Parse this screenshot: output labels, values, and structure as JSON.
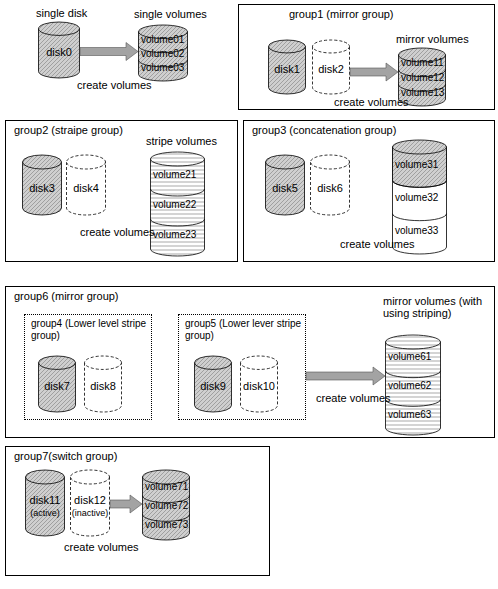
{
  "diagram": {
    "nodes": [
      {
        "text": [
          "single disk",
          "disk0"
        ]
      },
      {
        "text": [
          "single volumes",
          "volume01",
          "volume02",
          "volume03"
        ]
      },
      {
        "text": [
          "group1 (mirror group)"
        ]
      },
      {
        "text": [
          "disk1"
        ],
        "in": 2
      },
      {
        "text": [
          "disk2"
        ],
        "in": 2
      },
      {
        "text": [
          "mirror volumes",
          "volume11",
          "volume12",
          "volume13"
        ],
        "in": 2
      },
      {
        "text": [
          "group2 (straipe group)"
        ]
      },
      {
        "text": [
          "disk3"
        ],
        "in": 6
      },
      {
        "text": [
          "disk4"
        ],
        "in": 6
      },
      {
        "text": [
          "stripe volumes",
          "volume21",
          "volume22",
          "volume23"
        ],
        "in": 6
      },
      {
        "text": [
          "group3 (concatenation group)"
        ]
      },
      {
        "text": [
          "disk5"
        ],
        "in": 10
      },
      {
        "text": [
          "disk6"
        ],
        "in": 10
      },
      {
        "text": [
          "volume31",
          "volume32",
          "volume33"
        ],
        "in": 10
      },
      {
        "text": [
          "group6 (mirror group)"
        ]
      },
      {
        "text": [
          "group4 (Lower level stripe group)"
        ],
        "in": 14
      },
      {
        "text": [
          "disk7"
        ],
        "in": 15
      },
      {
        "text": [
          "disk8"
        ],
        "in": 15
      },
      {
        "text": [
          "group5 (Lower lever stripe group)"
        ],
        "in": 14
      },
      {
        "text": [
          "disk9"
        ],
        "in": 18
      },
      {
        "text": [
          "disk10"
        ],
        "in": 18
      },
      {
        "text": [
          "mirror volumes (with using striping)",
          "volume61",
          "volume62",
          "volume63"
        ],
        "in": 14
      },
      {
        "text": [
          "group7(switch group)"
        ]
      },
      {
        "text": [
          "disk11",
          "(active)"
        ],
        "in": 22
      },
      {
        "text": [
          "disk12",
          "(inactive)"
        ],
        "in": 22
      },
      {
        "text": [
          "volume71",
          "volume72",
          "volume73"
        ],
        "in": 22
      }
    ],
    "edges": [
      {
        "from": 0,
        "to": 1,
        "arrow": "to"
      },
      {
        "from": 4,
        "to": 5,
        "arrow": "to"
      },
      {
        "from": 18,
        "to": 21,
        "arrow": "to"
      },
      {
        "from": 24,
        "to": 25,
        "arrow": "to"
      }
    ],
    "labels": [
      "create volumes",
      "create volumes",
      "create volumes",
      "create volumes",
      "create volumes",
      "create volumes"
    ]
  }
}
